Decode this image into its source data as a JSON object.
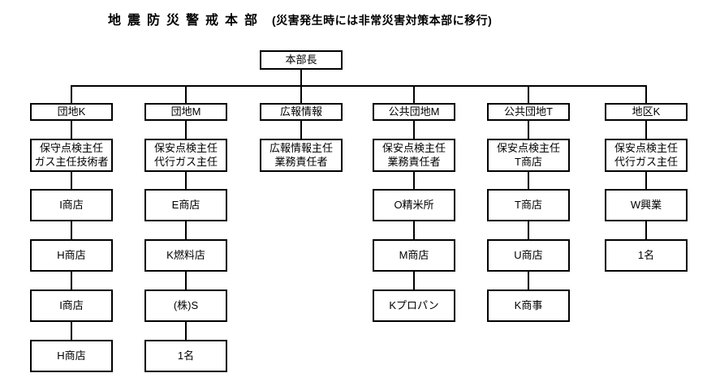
{
  "title": {
    "main": "地震防災警戒本部",
    "note": "(災害発生時には非常災害対策本部に移行)"
  },
  "colors": {
    "background": "#ffffff",
    "line": "#000000",
    "text": "#000000"
  },
  "chart_data": {
    "type": "org-tree",
    "root": {
      "label": "本部長"
    },
    "columns": [
      {
        "header": "団地K",
        "deputy": [
          "保守点検主任",
          "ガス主任技術者"
        ],
        "chain": [
          "I商店",
          "H商店",
          "I商店",
          "H商店"
        ]
      },
      {
        "header": "団地M",
        "deputy": [
          "保安点検主任",
          "代行ガス主任"
        ],
        "chain": [
          "E商店",
          "K燃料店",
          "(株)S",
          "1名"
        ]
      },
      {
        "header": "広報情報",
        "deputy": [
          "広報情報主任",
          "業務責任者"
        ],
        "chain": []
      },
      {
        "header": "公共団地M",
        "deputy": [
          "保安点検主任",
          "業務責任者"
        ],
        "chain": [
          "O精米所",
          "M商店",
          "Kプロパン"
        ]
      },
      {
        "header": "公共団地T",
        "deputy": [
          "保安点検主任",
          "T商店"
        ],
        "chain": [
          "T商店",
          "U商店",
          "K商事"
        ]
      },
      {
        "header": "地区K",
        "deputy": [
          "保安点検主任",
          "代行ガス主任"
        ],
        "chain": [
          "W興業",
          "1名"
        ]
      }
    ]
  }
}
